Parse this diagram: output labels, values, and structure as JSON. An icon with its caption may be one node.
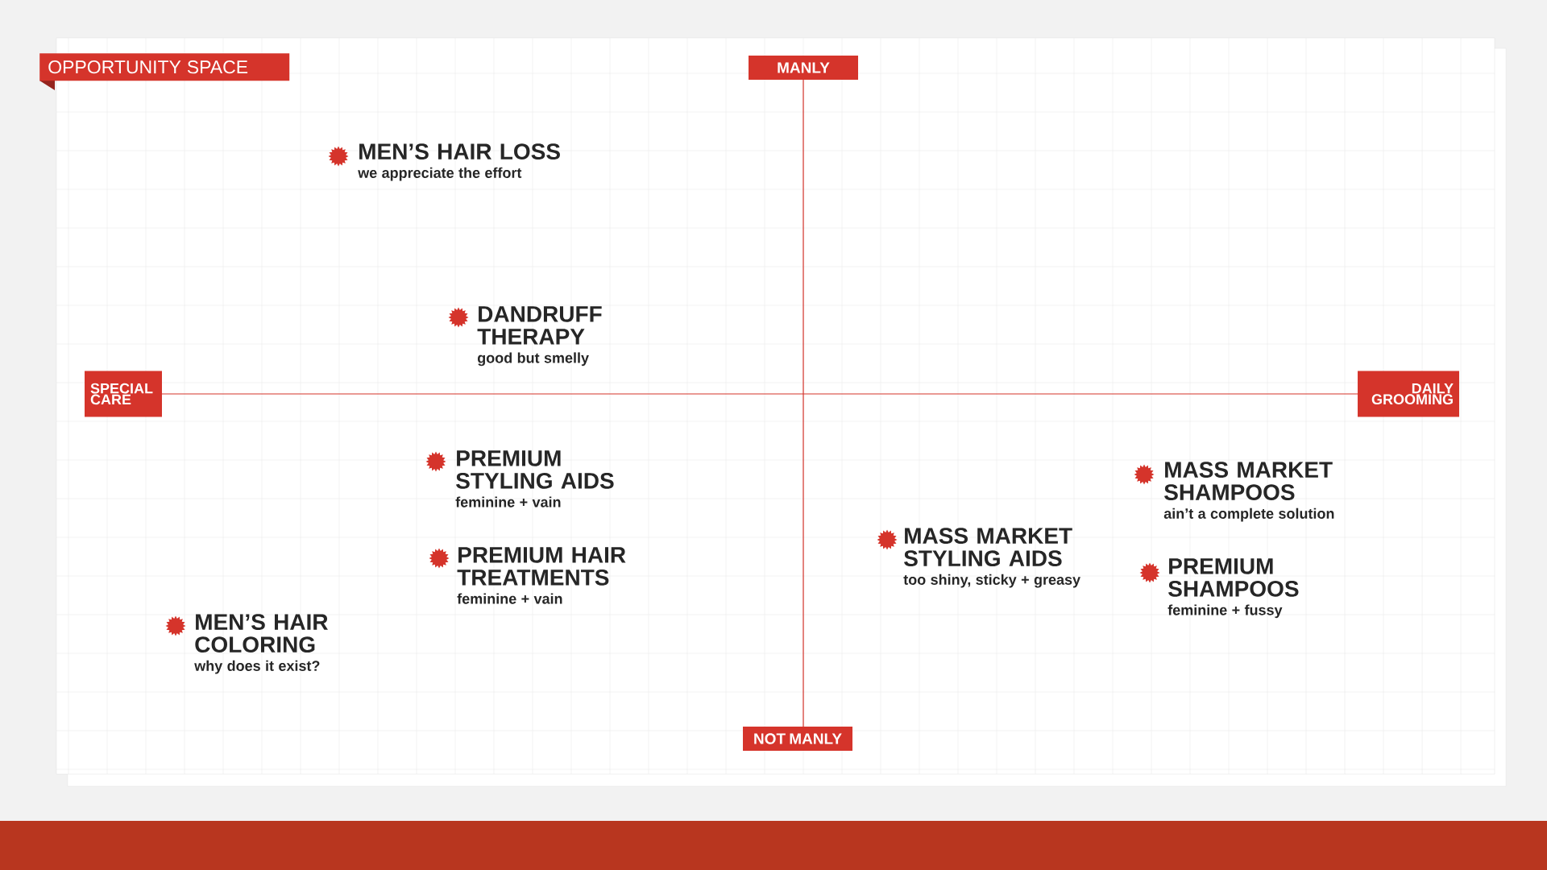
{
  "diagram": {
    "title": "OPPORTUNITY SPACE",
    "nodes": [
      {
        "text": [
          "MEN’S HAIR LOSS",
          "we appreciate the effort"
        ]
      },
      {
        "text": [
          "DANDRUFF THERAPY",
          "good but smelly"
        ]
      },
      {
        "text": [
          "PREMIUM STYLING AIDS",
          "feminine + vain"
        ]
      },
      {
        "text": [
          "MASS MARKET SHAMPOOS",
          "ain’t a complete solution"
        ]
      },
      {
        "text": [
          "MASS MARKET STYLING AIDS",
          "too shiny, sticky + greasy"
        ]
      },
      {
        "text": [
          "PREMIUM HAIR TREATMENTS",
          "feminine + vain"
        ]
      },
      {
        "text": [
          "PREMIUM SHAMPOOS",
          "feminine + fussy"
        ]
      },
      {
        "text": [
          "MEN’S HAIR COLORING",
          "why does it exist?"
        ]
      }
    ],
    "labels": [
      "MANLY",
      "SPECIAL CARE",
      "DAILY GROOMING",
      "NOT MANLY"
    ]
  }
}
